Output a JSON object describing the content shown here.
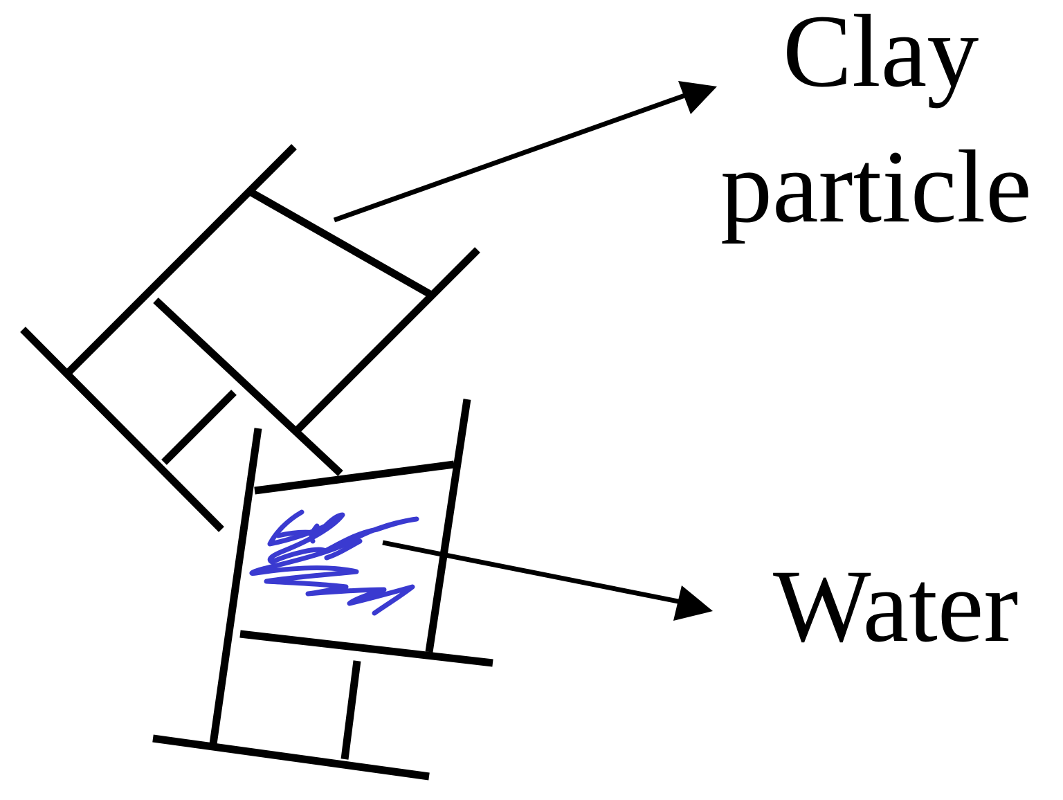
{
  "labels": {
    "clay_line1": "Clay",
    "clay_line2": "particle",
    "water": "Water"
  },
  "colors": {
    "ink": "#000000",
    "water_scribble": "#3a3ad0",
    "background": "#ffffff"
  }
}
